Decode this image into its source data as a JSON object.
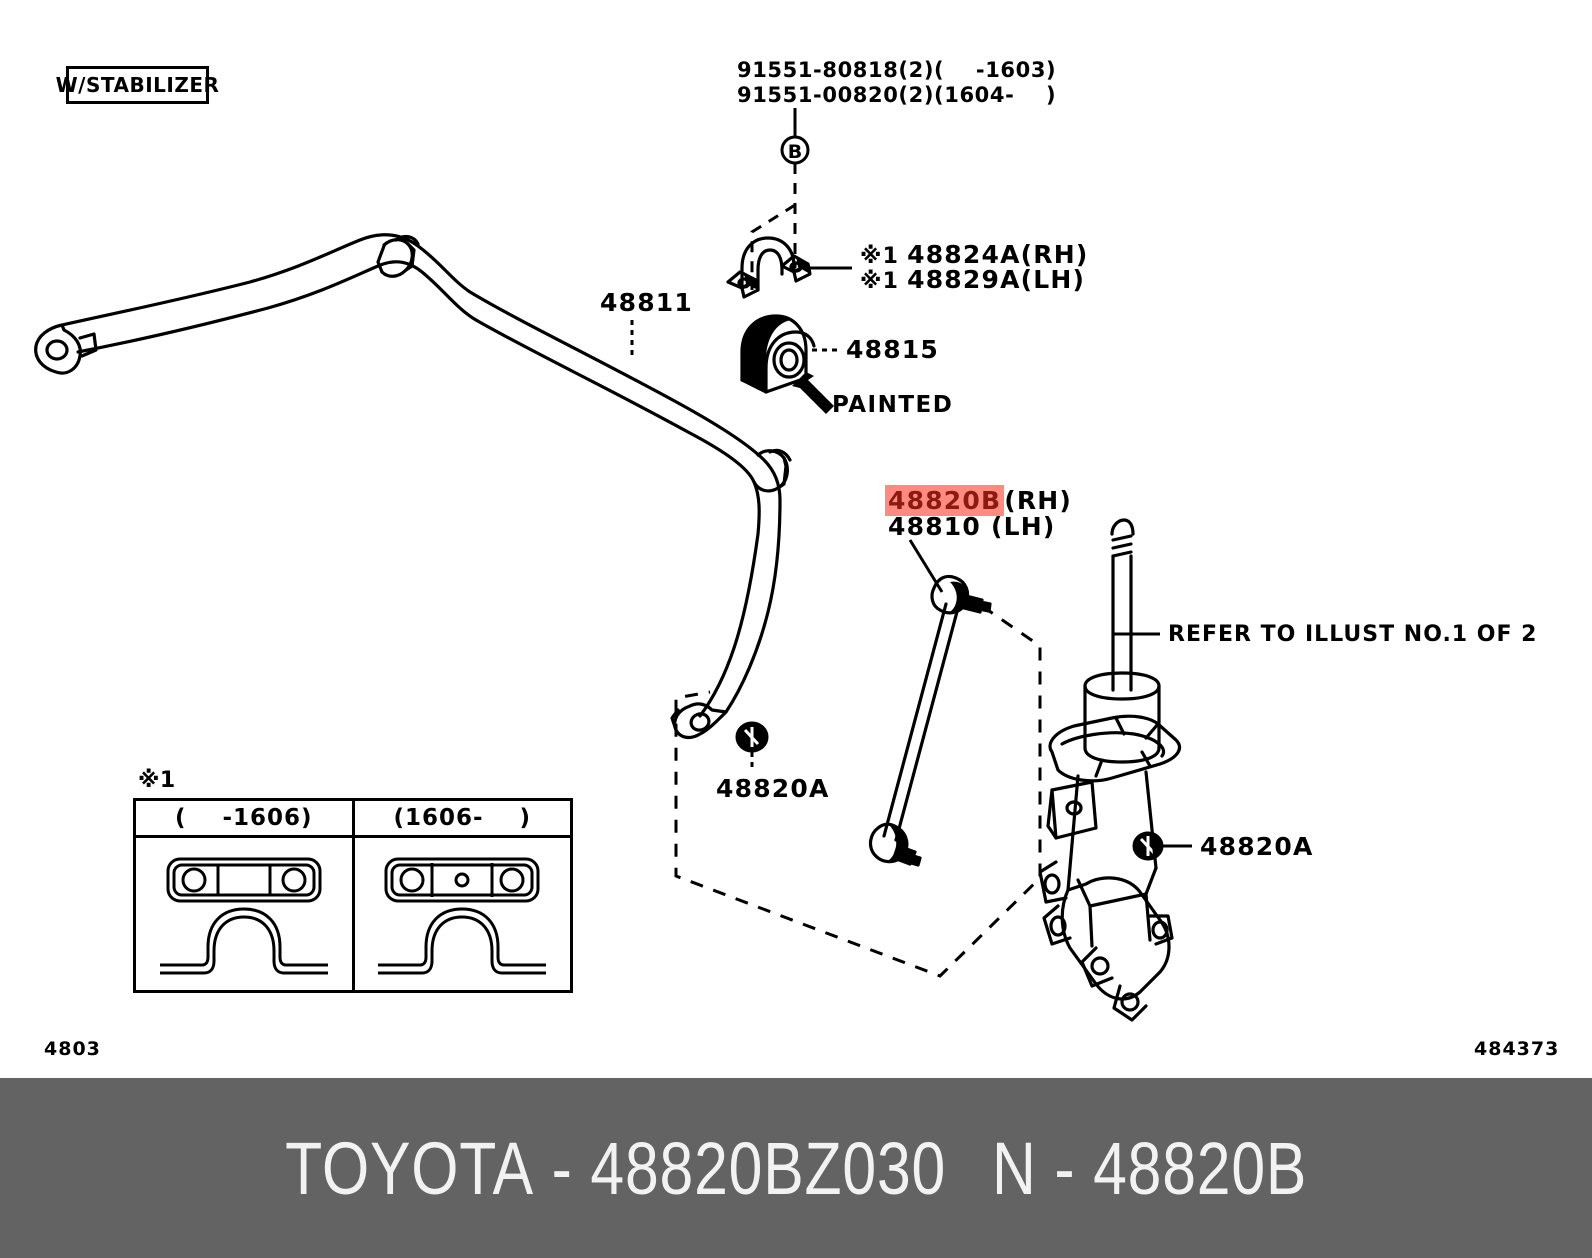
{
  "header": {
    "stabilizer_note": "W/STABILIZER"
  },
  "bolts": {
    "line1": "91551-80818(2)(    -1603)",
    "line2": "91551-00820(2)(1604-    )",
    "marker": "B"
  },
  "callouts": {
    "bracket_rh": "48824A(RH)",
    "bracket_lh": "48829A(LH)",
    "bracket_mark": "※1",
    "bar": "48811",
    "bushing": "48815",
    "painted": "PAINTED",
    "link_rh": "48820B",
    "link_rh_side": "(RH)",
    "link_lh": "48810",
    "link_lh_side": "(LH)",
    "nut_bar": "48820A",
    "nut_strut": "48820A",
    "refer": "REFER TO ILLUST NO.1 OF 2"
  },
  "legend": {
    "mark": "※1",
    "col1_header": "(    -1606)",
    "col2_header": "(1606-    )"
  },
  "corners": {
    "left_code": "4803",
    "right_code": "484373"
  },
  "banner": {
    "brand": "TOYOTA",
    "dash1": "-",
    "part_number": "48820BZ030",
    "group": "N",
    "dash2": "-",
    "ref": "48820B"
  },
  "colors": {
    "banner_bg": "#636363",
    "banner_text": "#f2f2f2",
    "highlight_bg": "#ff8a80",
    "highlight_text": "#8b1a10",
    "line": "#000000"
  }
}
